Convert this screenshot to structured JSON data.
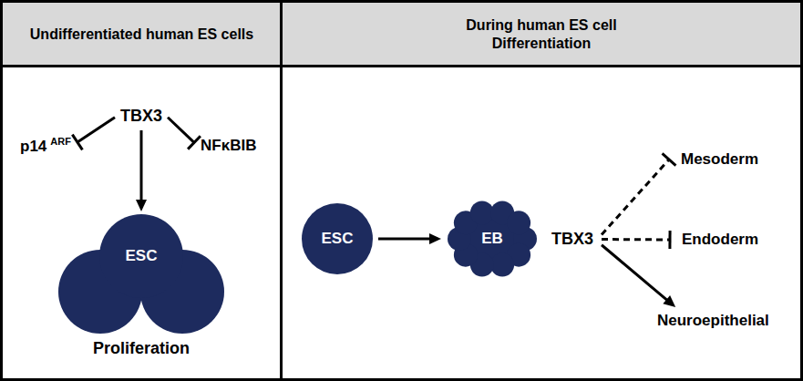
{
  "diagram": {
    "nodes": [
      {
        "text": [
          "Undifferentiated human ES cells"
        ]
      },
      {
        "text": [
          "During human ES cell Differentiation"
        ]
      },
      {
        "text": [
          "TBX3"
        ]
      },
      {
        "text": [
          "p14",
          "ARF"
        ]
      },
      {
        "text": [
          "NFκBIB"
        ]
      },
      {
        "text": [
          "ESC",
          "Proliferation"
        ]
      },
      {
        "text": [
          "ESC"
        ]
      },
      {
        "text": [
          "EB"
        ]
      },
      {
        "text": [
          "TBX3"
        ]
      },
      {
        "text": [
          "Mesoderm"
        ]
      },
      {
        "text": [
          "Endoderm"
        ]
      },
      {
        "text": [
          "Neuroepithelial"
        ]
      }
    ],
    "edges": [
      {
        "from": 2,
        "to": 3,
        "arrow": "to"
      },
      {
        "from": 2,
        "to": 4,
        "arrow": "to"
      },
      {
        "from": 2,
        "to": 5,
        "arrow": "to"
      },
      {
        "from": 6,
        "to": 7,
        "arrow": "to"
      },
      {
        "from": 8,
        "to": 9,
        "arrow": "to"
      },
      {
        "from": 8,
        "to": 10,
        "arrow": "to"
      },
      {
        "from": 8,
        "to": 11,
        "arrow": "to"
      }
    ]
  }
}
